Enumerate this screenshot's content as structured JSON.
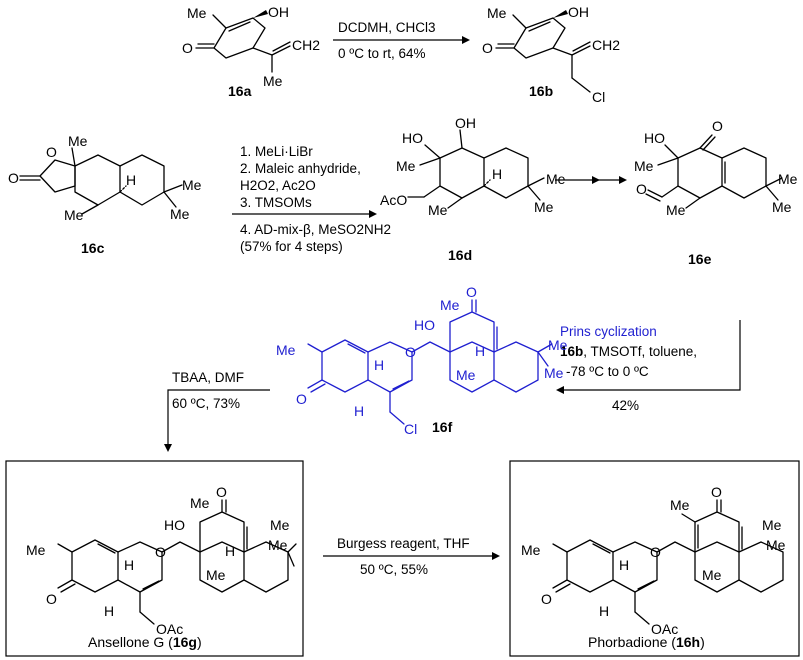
{
  "atoms": {
    "me": "Me",
    "oh": "OH",
    "ho": "HO",
    "o": "O",
    "ch2": "CH2",
    "cl": "Cl",
    "aco": "AcO",
    "oac": "OAc",
    "h": "H"
  },
  "compounds": {
    "c16a": "16a",
    "c16b": "16b",
    "c16c": "16c",
    "c16d": "16d",
    "c16e": "16e",
    "c16f": "16f",
    "c16g_name": "Ansellone G (",
    "c16g": "16g",
    "c16g_close": ")",
    "c16h_name": "Phorbadione (",
    "c16h": "16h",
    "c16h_close": ")"
  },
  "reactions": {
    "r1": {
      "top": "DCDMH, CHCl3",
      "bottom": "0 ºC to rt, 64%"
    },
    "r2": {
      "steps": [
        "1. MeLi·LiBr",
        "2. Maleic anhydride,",
        "    H2O2, Ac2O",
        "3. TMSOMs",
        "4. AD-mix-β, MeSO2NH2",
        "    (57% for 4 steps)"
      ]
    },
    "r4": {
      "line1": "Prins cyclization",
      "line2_bold": "16b",
      "line2_rest": ", TMSOTf, toluene,",
      "line3": "-78 ºC to 0 ºC",
      "line4": "42%"
    },
    "r5": {
      "top": "TBAA, DMF",
      "bottom": "60 ºC, 73%"
    },
    "r6": {
      "top": "Burgess reagent, THF",
      "bottom": "50 ºC, 55%"
    }
  },
  "colors": {
    "highlight": "#1f1fd0",
    "ink": "#000000"
  }
}
